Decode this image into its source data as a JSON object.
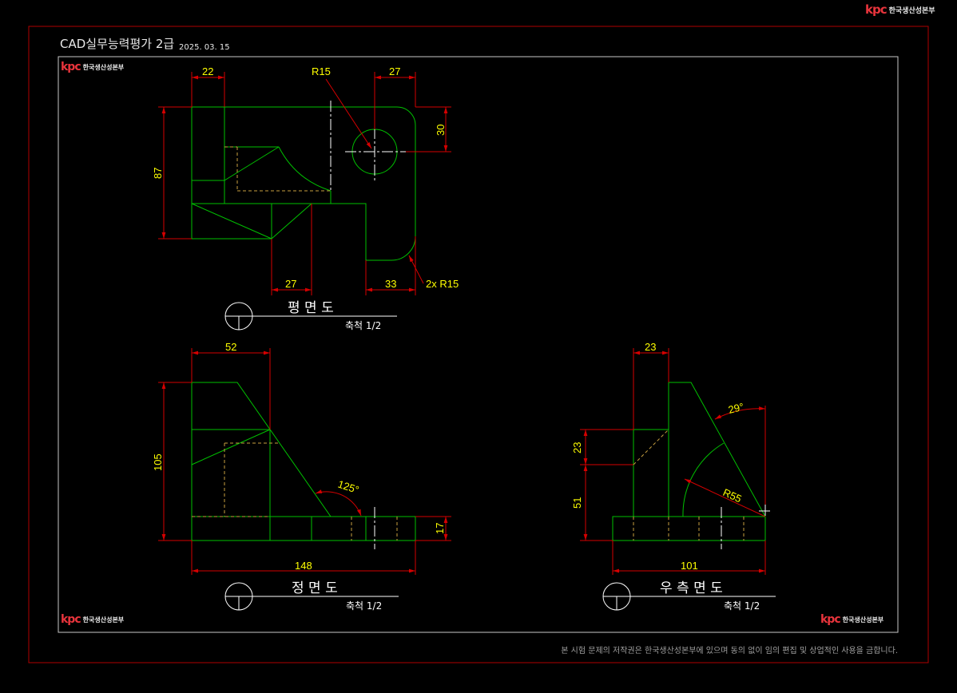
{
  "header": {
    "title": "CAD실무능력평가 2급",
    "date": "2025. 03. 15"
  },
  "logo": {
    "mark": "kpc",
    "text": "한국생산성본부"
  },
  "copyright": "본 시험 문제의 저작권은 한국생산성본부에 있으며 동의 없이 임의 편집 및 상업적인 사용을 금합니다.",
  "views": {
    "top": {
      "title": "평 면 도",
      "scale": "축척 1/2"
    },
    "front": {
      "title": "정 면 도",
      "scale": "축척 1/2"
    },
    "right": {
      "title": "우 측 면 도",
      "scale": "축척 1/2"
    }
  },
  "dims": {
    "top": {
      "w22": "22",
      "r15": "R15",
      "w27a": "27",
      "h30": "30",
      "h87": "87",
      "w27b": "27",
      "w33": "33",
      "r15x2": "2x R15"
    },
    "front": {
      "w52": "52",
      "h105": "105",
      "a125": "125°",
      "h17": "17",
      "w148": "148"
    },
    "right": {
      "w23": "23",
      "a29": "29°",
      "h23": "23",
      "r55": "R55",
      "h51": "51",
      "w101": "101"
    }
  },
  "colors": {
    "outline": "#00c000",
    "hidden": "#c8a040",
    "center": "#ffffff",
    "dimension": "#d40000",
    "dimtext": "#ffff00",
    "border": "#b00000"
  }
}
